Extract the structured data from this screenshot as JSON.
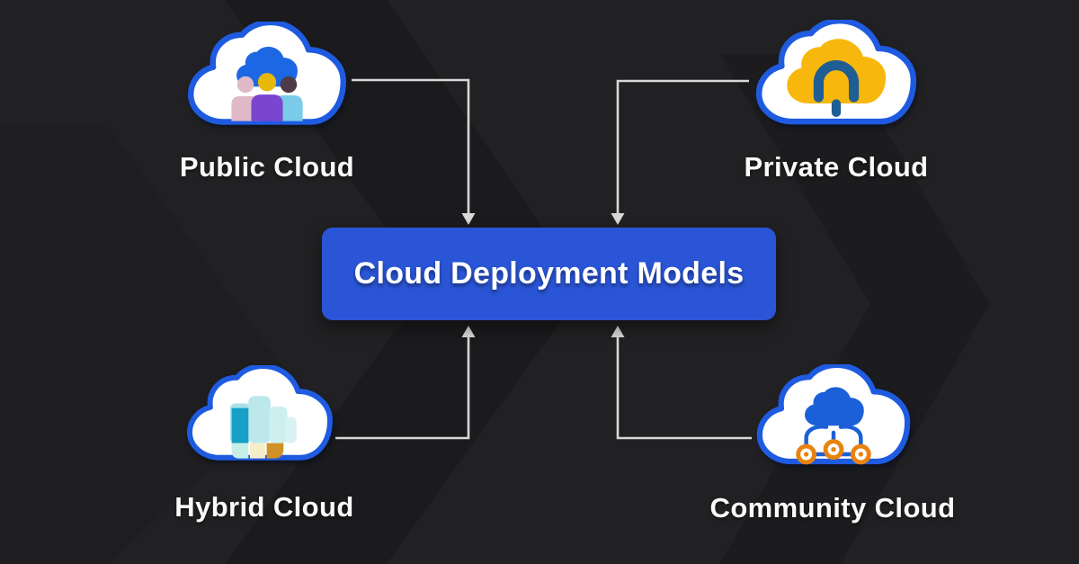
{
  "title": "Cloud Deployment Models diagram",
  "background": {
    "base_color": "#212123",
    "pattern": "subtle dark chevrons pointing right",
    "chevron_color": "#19191b"
  },
  "center_box": {
    "label": "Cloud Deployment Models",
    "bg_color": "#2a55d6",
    "text_color": "#ffffff"
  },
  "nodes": [
    {
      "id": "public-cloud",
      "label": "Public Cloud",
      "position": "top-left",
      "icon": "public-cloud-icon",
      "icon_colors": {
        "outline": "#1f5be0",
        "fill": "#ffffff",
        "inner_cloud": "#1c67e3",
        "person_left": "#dfb9c7",
        "person_mid_head": "#e6b80a",
        "person_mid_body": "#7a45cf",
        "person_right_head": "#4f3a47",
        "person_right_body": "#79cbe9"
      }
    },
    {
      "id": "private-cloud",
      "label": "Private Cloud",
      "position": "top-right",
      "icon": "private-cloud-icon",
      "icon_colors": {
        "outline": "#1f5be0",
        "fill": "#ffffff",
        "inner_cloud": "#f7b70c",
        "lock": "#1f5d95"
      }
    },
    {
      "id": "hybrid-cloud",
      "label": "Hybrid Cloud",
      "position": "bottom-left",
      "icon": "hybrid-cloud-icon",
      "icon_colors": {
        "outline": "#1f5be0",
        "fill": "#ffffff",
        "bar_light_1": "#aadfe8",
        "bar_light_2": "#bce8ec",
        "bar_light_3": "#cdeff0",
        "bar_dark": "#17a0c6",
        "square_aqua": "#c6efe8",
        "square_cream": "#f6eecb",
        "square_amber": "#d09127"
      }
    },
    {
      "id": "community-cloud",
      "label": "Community Cloud",
      "position": "bottom-right",
      "icon": "community-cloud-icon",
      "icon_colors": {
        "outline": "#1f5be0",
        "fill": "#ffffff",
        "inner_cloud": "#1b60d8",
        "network_lines": "#1b60d8",
        "node_ring": "#e8830f"
      }
    }
  ],
  "connectors": [
    {
      "from": "public-cloud",
      "to": "center-box",
      "style": "elbow-arrow",
      "color": "#d8d8d8"
    },
    {
      "from": "private-cloud",
      "to": "center-box",
      "style": "elbow-arrow",
      "color": "#d8d8d8"
    },
    {
      "from": "hybrid-cloud",
      "to": "center-box",
      "style": "elbow-arrow",
      "color": "#d8d8d8"
    },
    {
      "from": "community-cloud",
      "to": "center-box",
      "style": "elbow-arrow",
      "color": "#d8d8d8"
    }
  ]
}
